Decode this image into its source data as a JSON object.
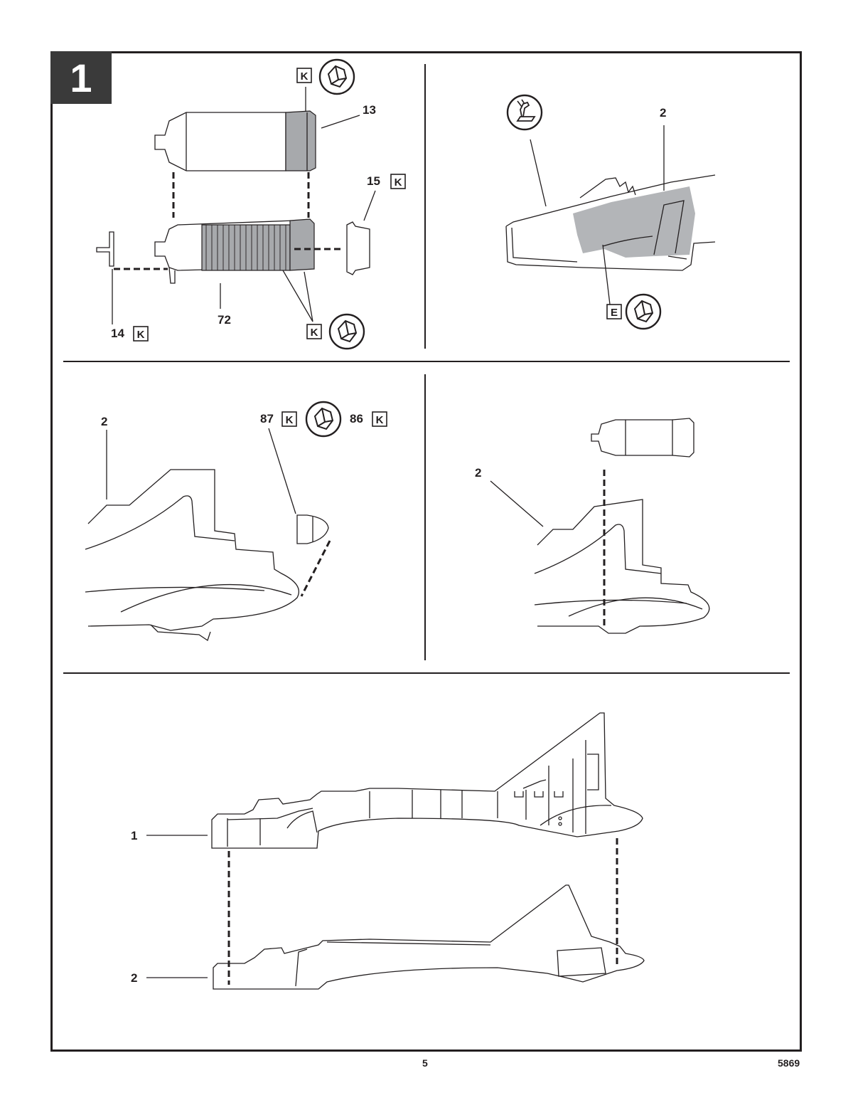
{
  "step": {
    "number": "1"
  },
  "panels": {
    "top_left": {
      "parts": {
        "exhaust": "13",
        "tube": "72",
        "pin": "14",
        "ring": "15"
      },
      "color_codes": {
        "exhaust": "K",
        "tube": "K",
        "pin": "K",
        "ring": "K"
      }
    },
    "top_right": {
      "parts": {
        "fuselage_half": "2"
      },
      "color_codes": {
        "interior": "E"
      }
    },
    "mid_left": {
      "parts": {
        "fuselage_half": "2",
        "nose_cone_a": "87",
        "nose_cone_b": "86"
      },
      "color_codes": {
        "nose_cone_a": "K",
        "nose_cone_b": "K"
      }
    },
    "mid_right": {
      "parts": {
        "fuselage_half": "2"
      }
    },
    "bottom": {
      "parts": {
        "upper_half": "1",
        "lower_half": "2"
      }
    }
  },
  "footer": {
    "page_number": "5",
    "kit_number": "5869"
  }
}
